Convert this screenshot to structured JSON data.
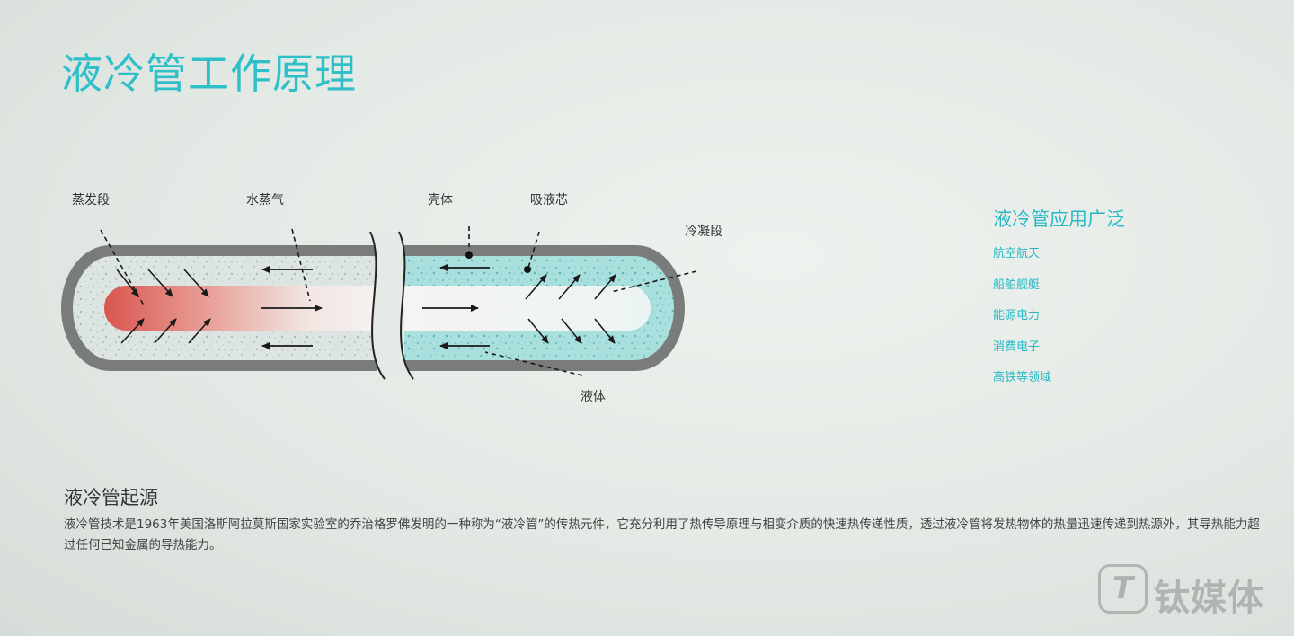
{
  "page": {
    "title": "液冷管工作原理"
  },
  "diagram": {
    "labels": {
      "evaporation": "蒸发段",
      "vapor": "水蒸气",
      "shell": "壳体",
      "wick": "吸液芯",
      "condensation": "冷凝段",
      "liquid": "液体"
    },
    "colors": {
      "shell": "#7a7c7b",
      "wick_left": "#d9e3e1",
      "wick_right": "#a8e0df",
      "hot_core": "#d9554f",
      "accent": "#2fbfc9"
    }
  },
  "applications": {
    "title": "液冷管应用广泛",
    "items": [
      "航空航天",
      "船舶舰艇",
      "能源电力",
      "消费电子",
      "高铁等领域"
    ]
  },
  "origin": {
    "title": "液冷管起源",
    "text": "液冷管技术是1963年美国洛斯阿拉莫斯国家实验室的乔治格罗佛发明的一种称为“液冷管”的传热元件，它充分利用了热传导原理与相变介质的快速热传递性质，透过液冷管将发热物体的热量迅速传递到热源外，其导热能力超过任何已知金属的导热能力。"
  },
  "watermark": {
    "logo_letter": "T",
    "brand": "钛媒体"
  }
}
